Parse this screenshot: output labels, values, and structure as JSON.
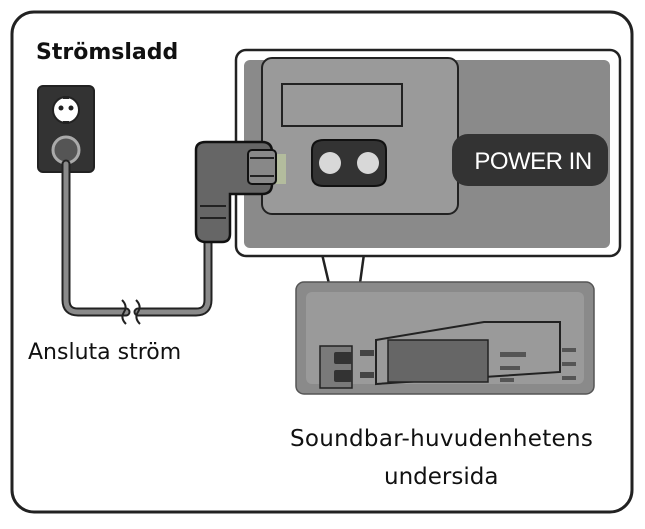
{
  "labels": {
    "power_cord": "Strömsladd",
    "connect_power": "Ansluta ström",
    "soundbar_bottom_line1": "Soundbar-huvudenhetens",
    "soundbar_bottom_line2": "undersida",
    "power_in": "POWER IN"
  },
  "colors": {
    "frame": "#222222",
    "panel": "#8a8a8a",
    "panel_dark": "#6f6f6f",
    "cable": "#3a3a3a",
    "badge": "#333333",
    "highlight": "#c9d9a0"
  }
}
